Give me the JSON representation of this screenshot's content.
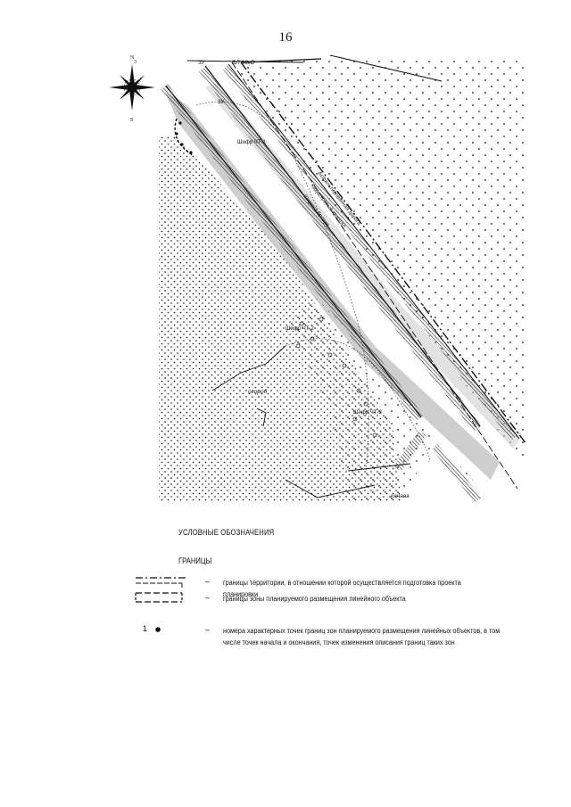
{
  "page_number": "16",
  "map": {
    "compass": {
      "north": "N",
      "south": "S",
      "north_index": "3"
    },
    "labels": {
      "power_line": "ВЛ 10кВ",
      "road_note_1": "Асфальтированная дорога",
      "road_note_2": "Кадастровый квартал",
      "road_note_3": "Ширина бровки",
      "point_a": "ЗУ",
      "point_b": "ЗУ",
      "object_1": "Шифр ЧТ-1",
      "object_2": "Шифр ЧТ-2",
      "object_3": "Шифр ЧТ-3",
      "garden": "огород",
      "ditch": "канава"
    }
  },
  "legend": {
    "heading": "УСЛОВНЫЕ ОБОЗНАЧЕНИЯ",
    "subheading": "ГРАНИЦЫ",
    "dash": "–",
    "items": [
      {
        "text": "границы территории, в отношении которой осуществляется подготовка проекта планировки"
      },
      {
        "text": "границы зоны планируемого размещения линейного объекта"
      },
      {
        "symbol_text": "1",
        "text": "номера характерных точек границ зон планируемого размещения линейных объектов, в том числе точек начала и окончания, точек изменения описания границ таких зон"
      }
    ]
  },
  "colors": {
    "ink": "#111111",
    "hatch": "#333333",
    "gray_fill": "#bdbdbd"
  }
}
